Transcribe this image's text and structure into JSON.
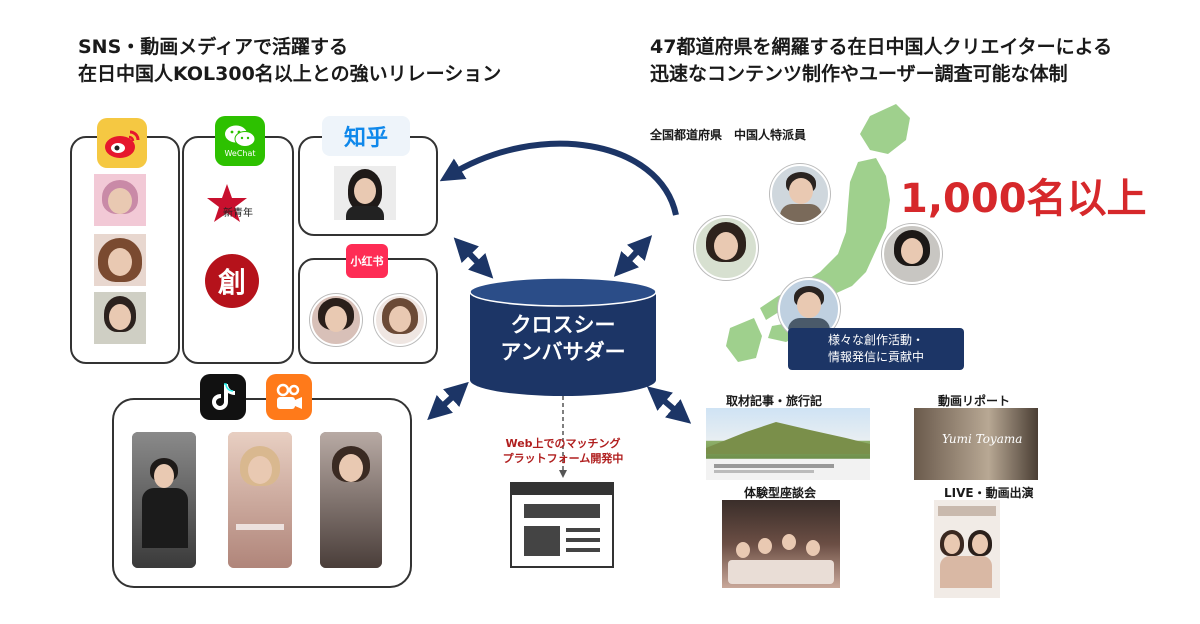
{
  "left_heading": {
    "line1": "SNS・動画メディアで活躍する",
    "line2": "在日中国人KOL300名以上との強いリレーション"
  },
  "right_heading": {
    "line1": "47都道府県を網羅する在日中国人クリエイターによる",
    "line2": "迅速なコンテンツ制作やユーザー調査可能な体制"
  },
  "logos": {
    "wechat": "WeChat",
    "zhihu": "知乎",
    "xiaohongshu": "小红书",
    "xinqingnian": "新青年",
    "chuang": "創"
  },
  "center": {
    "line1": "クロスシー",
    "line2": "アンバサダー",
    "web_line1": "Web上でのマッチング",
    "web_line2": "プラットフォーム開発中"
  },
  "map": {
    "caption": "全国都道府県　中国人特派員",
    "big_number": "1,000名以上",
    "callout_line1": "様々な創作活動・",
    "callout_line2": "情報発信に貢献中"
  },
  "content_types": {
    "article": "取材記事・旅行記",
    "video_report": "動画リポート",
    "meetup": "体験型座談会",
    "live": "LIVE・動画出演",
    "video_overlay": "Yumi Toyama"
  },
  "colors": {
    "navy": "#1c3566",
    "red": "#d6282b",
    "map_green": "#9fd08d"
  }
}
